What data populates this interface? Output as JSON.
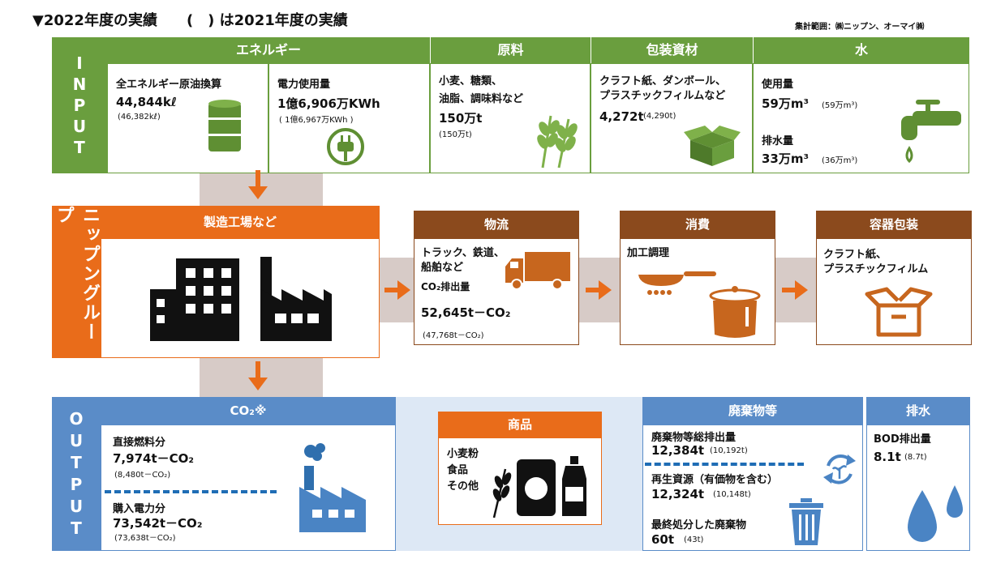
{
  "header": {
    "title": "▼2022年度の実績　　(　) は2021年度の実績",
    "scope": "集計範囲：㈱ニップン、オーマイ㈱"
  },
  "input": {
    "side_label": [
      "I",
      "N",
      "P",
      "U",
      "T"
    ],
    "energy": {
      "header": "エネルギー",
      "crude": {
        "label": "全エネルギー原油換算",
        "value": "44,844kℓ",
        "prev": "(46,382kℓ)"
      },
      "power": {
        "label": "電力使用量",
        "value": "1億6,906万KWh",
        "prev": "( 1億6,967万KWh )"
      }
    },
    "raw": {
      "header": "原料",
      "line1": "小麦、糖類、",
      "line2": "油脂、調味料など",
      "value": "150万t",
      "prev": "(150万t)"
    },
    "packaging": {
      "header": "包装資材",
      "line1": "クラフト紙、ダンボール、",
      "line2": "プラスチックフィルムなど",
      "value": "4,272t",
      "prev": "(4,290t)"
    },
    "water": {
      "header": "水",
      "use_label": "使用量",
      "use_value": "59万m³",
      "use_prev": "(59万m³)",
      "drain_label": "排水量",
      "drain_value": "33万m³",
      "drain_prev": "(36万m³)"
    }
  },
  "nippn": {
    "side_label": "ニップングループ",
    "factory": {
      "header": "製造工場など"
    },
    "logistics": {
      "header": "物流",
      "line1": "トラック、鉄道、",
      "line2": "船舶など",
      "co2_label": "CO₂排出量",
      "value": "52,645t－CO₂",
      "prev": "(47,768t－CO₂)"
    },
    "consume": {
      "header": "消費",
      "text": "加工調理"
    },
    "container": {
      "header": "容器包装",
      "line1": "クラフト紙、",
      "line2": "プラスチックフィルム"
    }
  },
  "output": {
    "side_label": [
      "O",
      "U",
      "T",
      "P",
      "U",
      "T"
    ],
    "co2": {
      "header": "CO₂※",
      "direct_label": "直接燃料分",
      "direct_value": "7,974t－CO₂",
      "direct_prev": "(8,480t－CO₂)",
      "power_label": "購入電力分",
      "power_value": "73,542t－CO₂",
      "power_prev": "(73,638t－CO₂)"
    },
    "product": {
      "header": "商品",
      "line1": "小麦粉",
      "line2": "食品",
      "line3": "その他"
    },
    "waste": {
      "header": "廃棄物等",
      "total_label": "廃棄物等総排出量",
      "total_value": "12,384t",
      "total_prev": "(10,192t)",
      "recycle_label": "再生資源（有価物を含む）",
      "recycle_value": "12,324t",
      "recycle_prev": "(10,148t)",
      "final_label": "最終処分した廃棄物",
      "final_value": "60t",
      "final_prev": "(43t)"
    },
    "drain": {
      "header": "排水",
      "label": "BOD排出量",
      "value": "8.1t",
      "prev": "(8.7t)"
    }
  },
  "colors": {
    "green": "#6a9e3e",
    "orange": "#e96c1a",
    "brown": "#8b4a1d",
    "blue": "#5a8cc8",
    "band": "#d7cbc7"
  }
}
